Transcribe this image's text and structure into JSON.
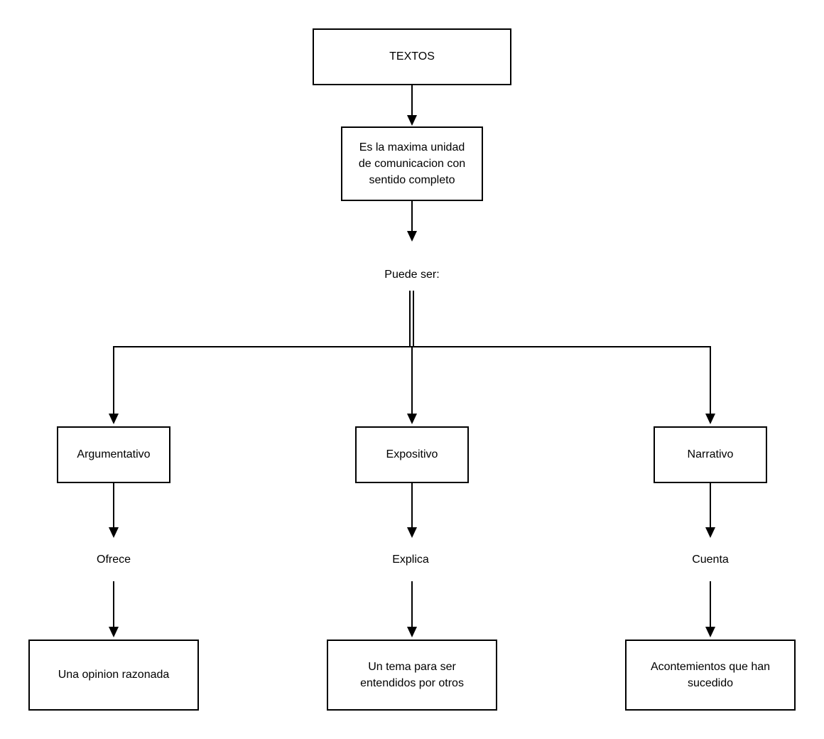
{
  "diagram": {
    "background_color": "#ffffff",
    "line_color": "#000000",
    "text_color": "#000000",
    "nodes": {
      "textos": {
        "label": "TEXTOS",
        "shape": "rectangle"
      },
      "definition": {
        "label": "Es la maxima unidad\nde comunicacion con\nsentido completo",
        "shape": "rectangle"
      },
      "puede_ser": {
        "label": "Puede ser:",
        "shape": "text"
      },
      "argumentativo": {
        "label": "Argumentativo",
        "shape": "rectangle"
      },
      "expositivo": {
        "label": "Expositivo",
        "shape": "rectangle"
      },
      "narrativo": {
        "label": "Narrativo",
        "shape": "rectangle"
      },
      "ofrece": {
        "label": "Ofrece",
        "shape": "text"
      },
      "explica": {
        "label": "Explica",
        "shape": "text"
      },
      "cuenta": {
        "label": "Cuenta",
        "shape": "text"
      },
      "una_opinion": {
        "label": "Una opinion razonada",
        "shape": "rectangle"
      },
      "un_tema": {
        "label": "Un tema para ser\nentendidos por otros",
        "shape": "rectangle"
      },
      "acontemientos": {
        "label": "Acontemientos que han\nsucedido",
        "shape": "rectangle"
      }
    },
    "edges": [
      {
        "from": "textos",
        "to": "definition",
        "arrow": true
      },
      {
        "from": "definition",
        "to": "puede_ser",
        "arrow": true
      },
      {
        "from": "puede_ser",
        "to": "argumentativo",
        "arrow": true
      },
      {
        "from": "puede_ser",
        "to": "expositivo",
        "arrow": true
      },
      {
        "from": "puede_ser",
        "to": "narrativo",
        "arrow": true
      },
      {
        "from": "argumentativo",
        "to": "ofrece",
        "arrow": true
      },
      {
        "from": "expositivo",
        "to": "explica",
        "arrow": true
      },
      {
        "from": "narrativo",
        "to": "cuenta",
        "arrow": true
      },
      {
        "from": "ofrece",
        "to": "una_opinion",
        "arrow": true
      },
      {
        "from": "explica",
        "to": "un_tema",
        "arrow": true
      },
      {
        "from": "cuenta",
        "to": "acontemientos",
        "arrow": true
      }
    ]
  }
}
